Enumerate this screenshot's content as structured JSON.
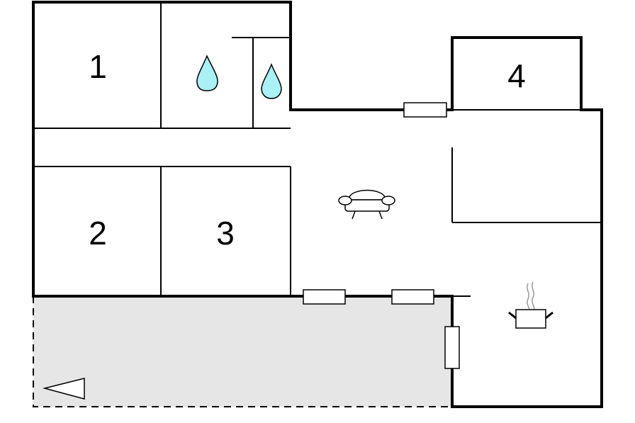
{
  "floorplan": {
    "rooms": [
      {
        "id": "room-1",
        "label": "1"
      },
      {
        "id": "room-2",
        "label": "2"
      },
      {
        "id": "room-3",
        "label": "3"
      },
      {
        "id": "room-4",
        "label": "4"
      }
    ],
    "icons": {
      "bathroom": "water-drop-icon",
      "toilet": "water-drop-icon",
      "living": "sofa-icon",
      "kitchen": "cooking-pot-icon",
      "entrance": "entrance-arrow-icon"
    },
    "colors": {
      "wall": "#000000",
      "background": "#ffffff",
      "terrace": "#e6e6e6",
      "water": "#aaf0f5",
      "steam": "#999999"
    }
  }
}
